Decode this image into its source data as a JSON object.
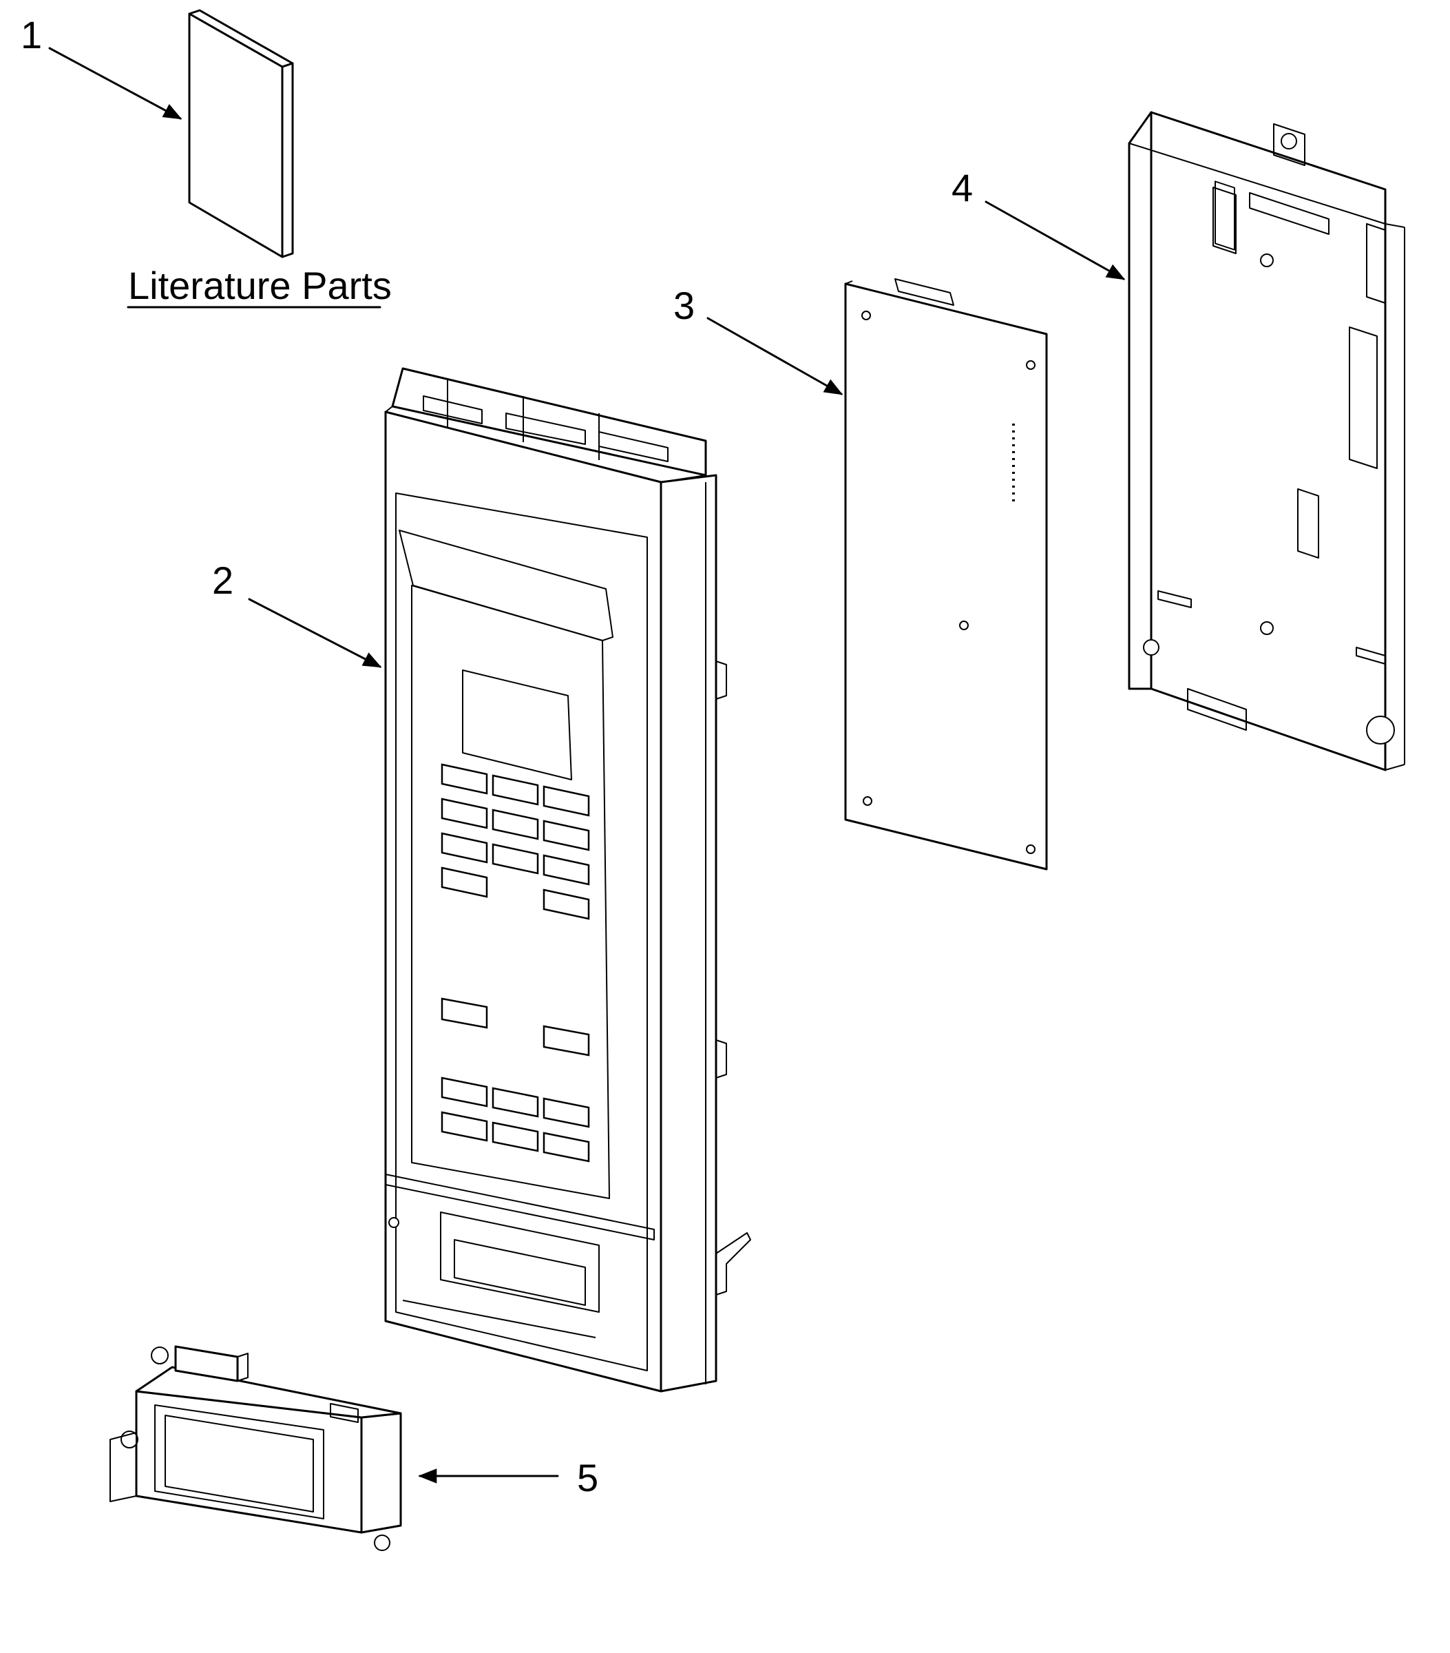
{
  "literature_label": "Literature Parts",
  "callouts": [
    {
      "id": "1",
      "text": "1"
    },
    {
      "id": "2",
      "text": "2"
    },
    {
      "id": "3",
      "text": "3"
    },
    {
      "id": "4",
      "text": "4"
    },
    {
      "id": "5",
      "text": "5"
    }
  ]
}
